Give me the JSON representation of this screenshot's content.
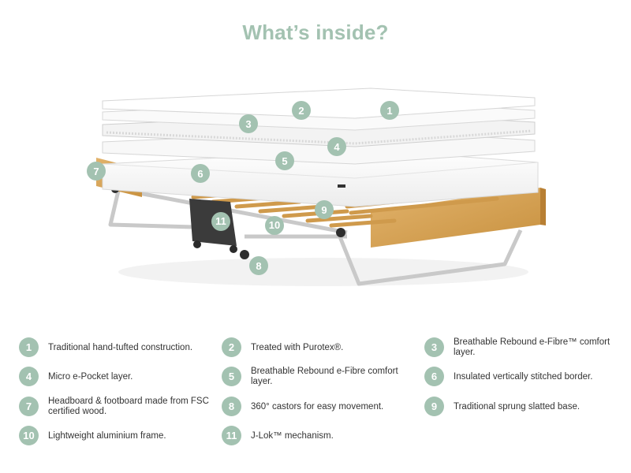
{
  "title": "What’s inside?",
  "colors": {
    "accent": "#a3c2b1",
    "text": "#333333",
    "wood": "#d9a659",
    "frame": "#c9c9c9"
  },
  "labels": [
    "1",
    "2",
    "3",
    "4",
    "5",
    "6",
    "7",
    "8",
    "9",
    "10",
    "11"
  ],
  "legend": [
    {
      "num": "1",
      "text": "Traditional hand-tufted construction."
    },
    {
      "num": "2",
      "text": "Treated with Purotex®."
    },
    {
      "num": "3",
      "text": "Breathable Rebound e-Fibre™ comfort layer."
    },
    {
      "num": "4",
      "text": "Micro e-Pocket layer."
    },
    {
      "num": "5",
      "text": "Breathable Rebound e-Fibre comfort layer."
    },
    {
      "num": "6",
      "text": "Insulated vertically stitched border."
    },
    {
      "num": "7",
      "text": "Headboard & footboard made from FSC certified wood."
    },
    {
      "num": "8",
      "text": "360° castors for easy movement."
    },
    {
      "num": "9",
      "text": "Traditional sprung slatted base."
    },
    {
      "num": "10",
      "text": "Lightweight aluminium frame."
    },
    {
      "num": "11",
      "text": "J-Lok™ mechanism."
    }
  ]
}
